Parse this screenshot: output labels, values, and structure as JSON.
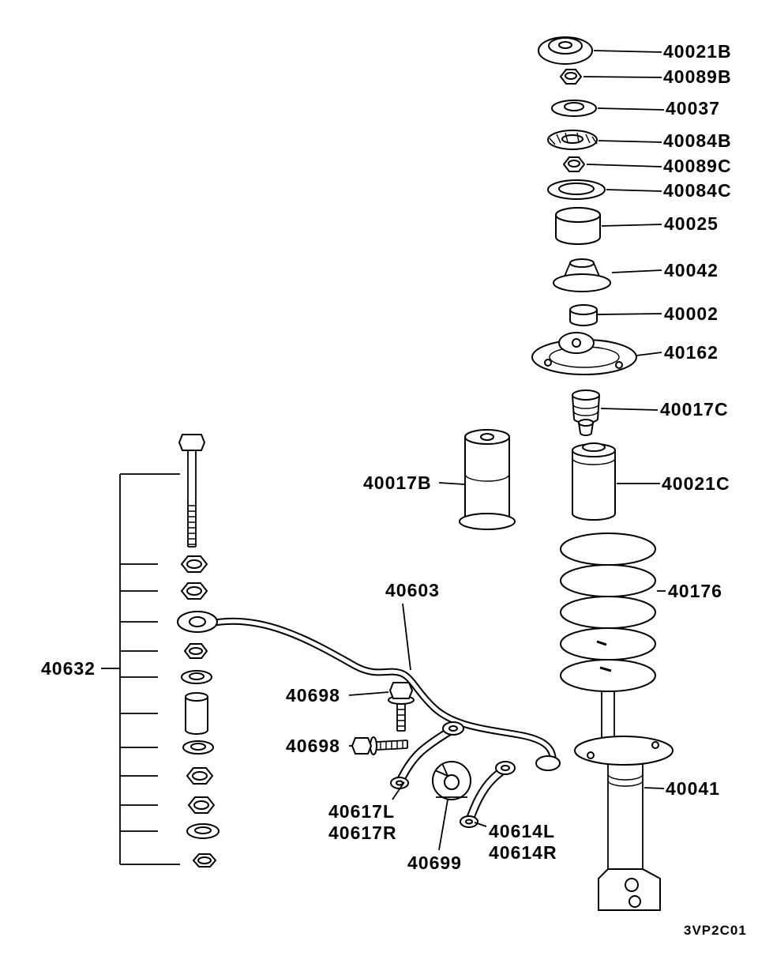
{
  "diagram": {
    "drawing_code": "3VP2C01",
    "colors": {
      "ink": "#000000",
      "paper": "#ffffff"
    },
    "callouts": {
      "p40021b": "40021B",
      "p40089b": "40089B",
      "p40037": "40037",
      "p40084b": "40084B",
      "p40089c": "40089C",
      "p40084c": "40084C",
      "p40025": "40025",
      "p40042": "40042",
      "p40002": "40002",
      "p40162": "40162",
      "p40017c": "40017C",
      "p40017b": "40017B",
      "p40021c": "40021C",
      "p40176": "40176",
      "p40632": "40632",
      "p40603": "40603",
      "p40698_upper": "40698",
      "p40698_lower": "40698",
      "p40617l": "40617L",
      "p40617r": "40617R",
      "p40699": "40699",
      "p40614l": "40614L",
      "p40614r": "40614R",
      "p40041": "40041"
    }
  }
}
